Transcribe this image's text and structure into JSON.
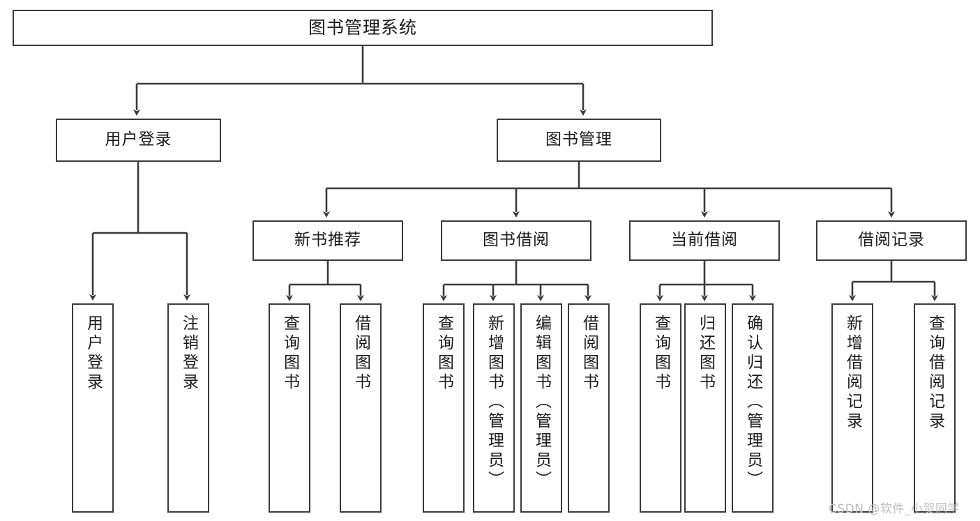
{
  "diagram": {
    "title": "图书管理系统",
    "root": {
      "label": "图书管理系统"
    },
    "level2": [
      {
        "label": "用户登录"
      },
      {
        "label": "图书管理"
      }
    ],
    "level3": [
      {
        "label": "新书推荐"
      },
      {
        "label": "图书借阅"
      },
      {
        "label": "当前借阅"
      },
      {
        "label": "借阅记录"
      }
    ],
    "leaves": {
      "user_login": [
        {
          "label": "用户登录"
        },
        {
          "label": "注销登录"
        }
      ],
      "new_book_recommend": [
        {
          "label": "查询图书"
        },
        {
          "label": "借阅图书"
        }
      ],
      "book_borrow": [
        {
          "label": "查询图书"
        },
        {
          "label": "新增图书（管理员）"
        },
        {
          "label": "编辑图书（管理员）"
        },
        {
          "label": "借阅图书"
        }
      ],
      "current_borrow": [
        {
          "label": "查询图书"
        },
        {
          "label": "归还图书"
        },
        {
          "label": "确认归还（管理员）"
        }
      ],
      "borrow_record": [
        {
          "label": "新增借阅记录"
        },
        {
          "label": "查询借阅记录"
        }
      ]
    }
  },
  "watermark": {
    "text": "CSDN @软件_小贺同学"
  },
  "colors": {
    "stroke": "#3a3a3a",
    "background": "#ffffff",
    "text": "#1b1b1b",
    "watermark": "#bdbdbd"
  }
}
